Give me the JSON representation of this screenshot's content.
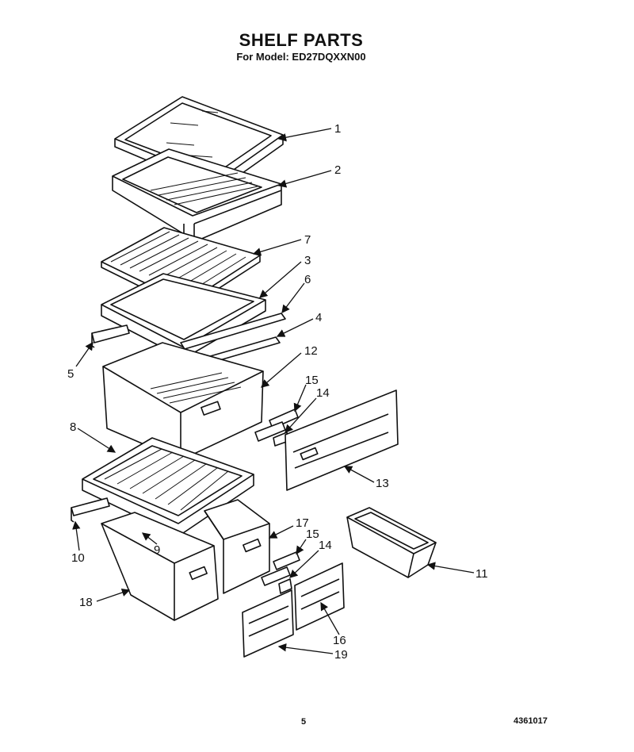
{
  "header": {
    "title": "SHELF PARTS",
    "subtitle": "For Model: ED27DQXXN00"
  },
  "callouts": [
    "1",
    "2",
    "7",
    "3",
    "6",
    "4",
    "5",
    "12",
    "15",
    "14",
    "8",
    "13",
    "17",
    "15",
    "14",
    "10",
    "9",
    "11",
    "18",
    "16",
    "19"
  ],
  "footer": {
    "page_number": "5",
    "document_number": "4361017"
  }
}
